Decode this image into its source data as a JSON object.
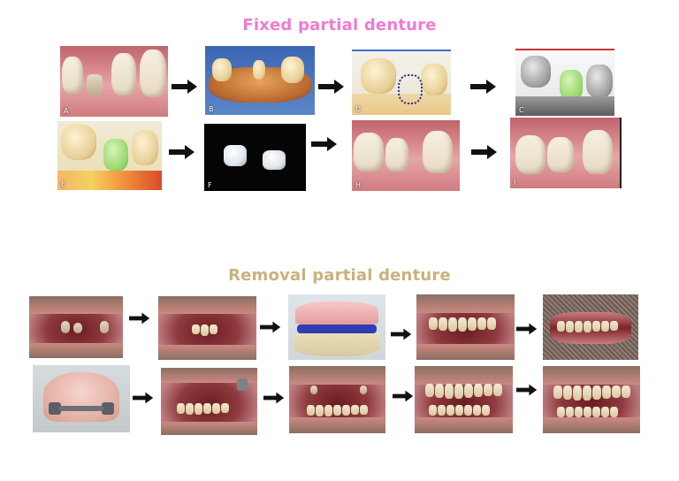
{
  "titles": {
    "fixed": "Fixed partial denture",
    "removal": "Removal partial denture"
  },
  "colors": {
    "fixed_title": "#f07ad2",
    "removal_title": "#c9b27c",
    "arrow": "#111111"
  },
  "fixed_panels": {
    "a": "A",
    "b": "B",
    "d": "D",
    "c": "C",
    "e": "E",
    "f": "F",
    "h": "H",
    "i": "I"
  },
  "icons": {
    "arrow": "arrow-right-icon"
  }
}
